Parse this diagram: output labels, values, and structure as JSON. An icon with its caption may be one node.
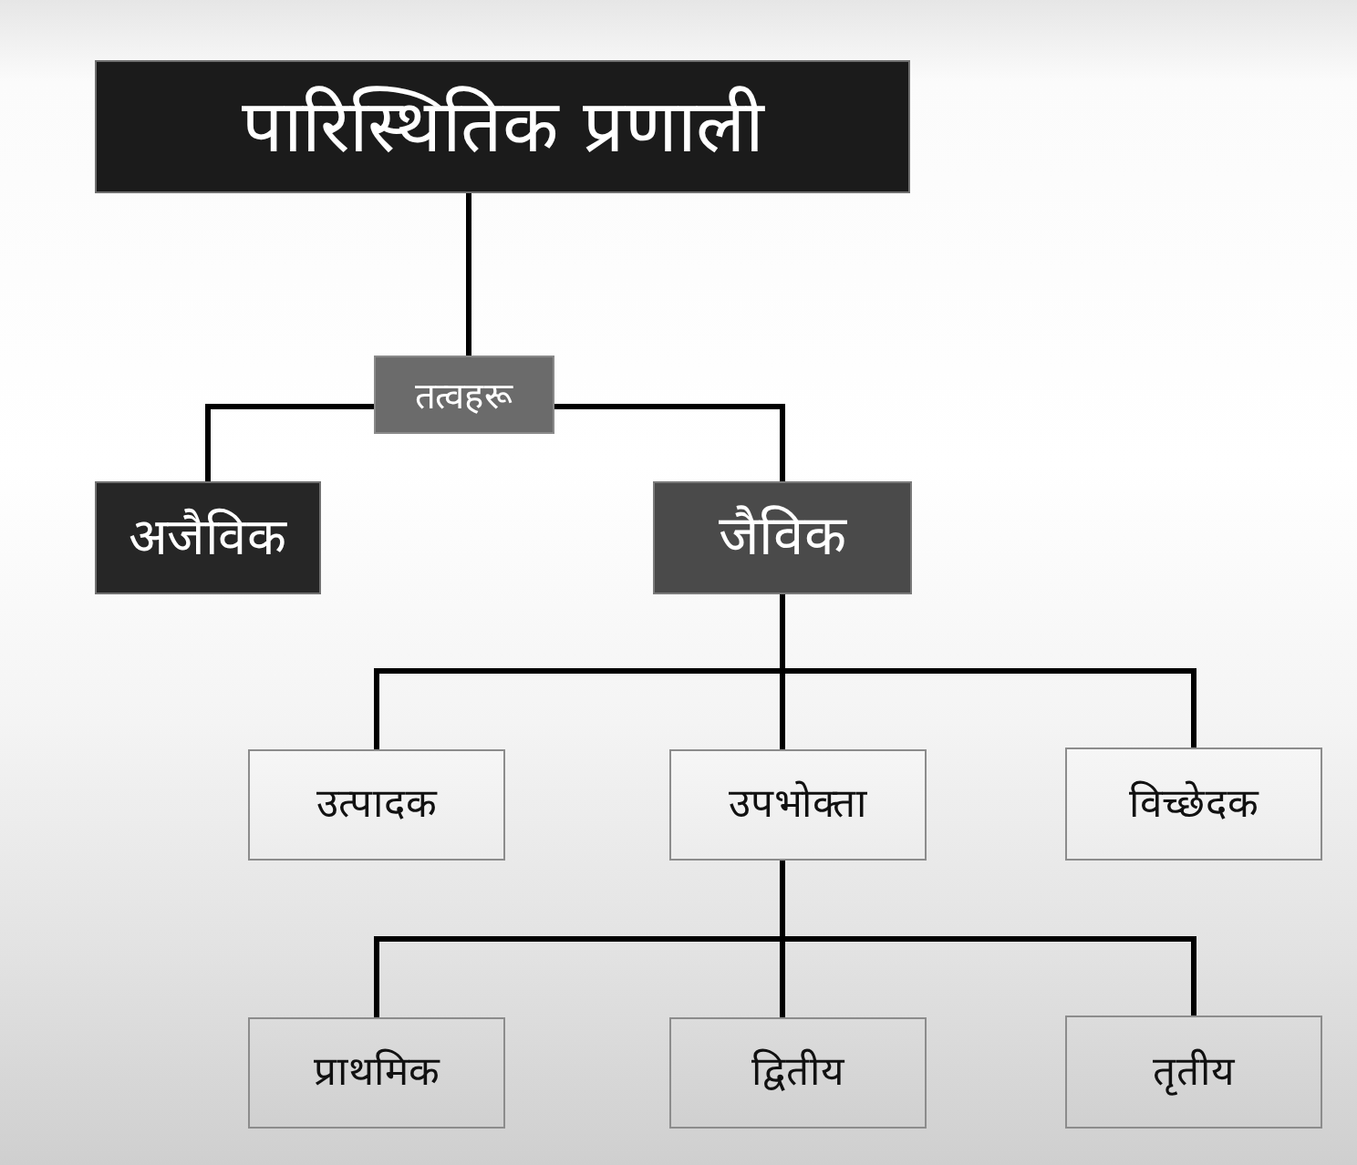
{
  "diagram": {
    "nodes": [
      {
        "text": [
          "पारिस्थितिक प्रणाली"
        ]
      },
      {
        "text": [
          "तत्वहरू"
        ]
      },
      {
        "text": [
          "अजैविक"
        ]
      },
      {
        "text": [
          "जैविक"
        ]
      },
      {
        "text": [
          "उत्पादक"
        ]
      },
      {
        "text": [
          "उपभोक्ता"
        ]
      },
      {
        "text": [
          "विच्छेदक"
        ]
      },
      {
        "text": [
          "प्राथमिक"
        ]
      },
      {
        "text": [
          "द्वितीय"
        ]
      },
      {
        "text": [
          "तृतीय"
        ]
      }
    ],
    "edges": [
      {
        "from": 0,
        "to": 1,
        "arrow": "none"
      },
      {
        "from": 1,
        "to": 2,
        "arrow": "none"
      },
      {
        "from": 1,
        "to": 3,
        "arrow": "none"
      },
      {
        "from": 3,
        "to": 4,
        "arrow": "none"
      },
      {
        "from": 3,
        "to": 5,
        "arrow": "none"
      },
      {
        "from": 3,
        "to": 6,
        "arrow": "none"
      },
      {
        "from": 5,
        "to": 7,
        "arrow": "none"
      },
      {
        "from": 5,
        "to": 8,
        "arrow": "none"
      },
      {
        "from": 5,
        "to": 9,
        "arrow": "none"
      }
    ]
  }
}
